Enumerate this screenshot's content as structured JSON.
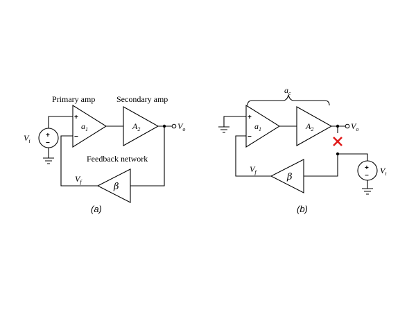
{
  "panel_a": {
    "caption": "(a)",
    "primary_label": "Primary amp",
    "secondary_label": "Secondary amp",
    "feedback_label": "Feedback network",
    "vi": "V",
    "vi_sub": "i",
    "vo": "V",
    "vo_sub": "o",
    "vf": "V",
    "vf_sub": "f",
    "a1": "a",
    "a1_sub": "1",
    "a2": "A",
    "a2_sub": "2",
    "beta": "β"
  },
  "panel_b": {
    "caption": "(b)",
    "ac": "a",
    "ac_sub": "c",
    "vo": "V",
    "vo_sub": "o",
    "vf": "V",
    "vf_sub": "f",
    "vt": "V",
    "vt_sub": "t",
    "a1": "a",
    "a1_sub": "1",
    "a2": "A",
    "a2_sub": "2",
    "beta": "β",
    "break_color": "#e01b1b"
  },
  "signs": {
    "plus": "+",
    "minus": "−"
  }
}
